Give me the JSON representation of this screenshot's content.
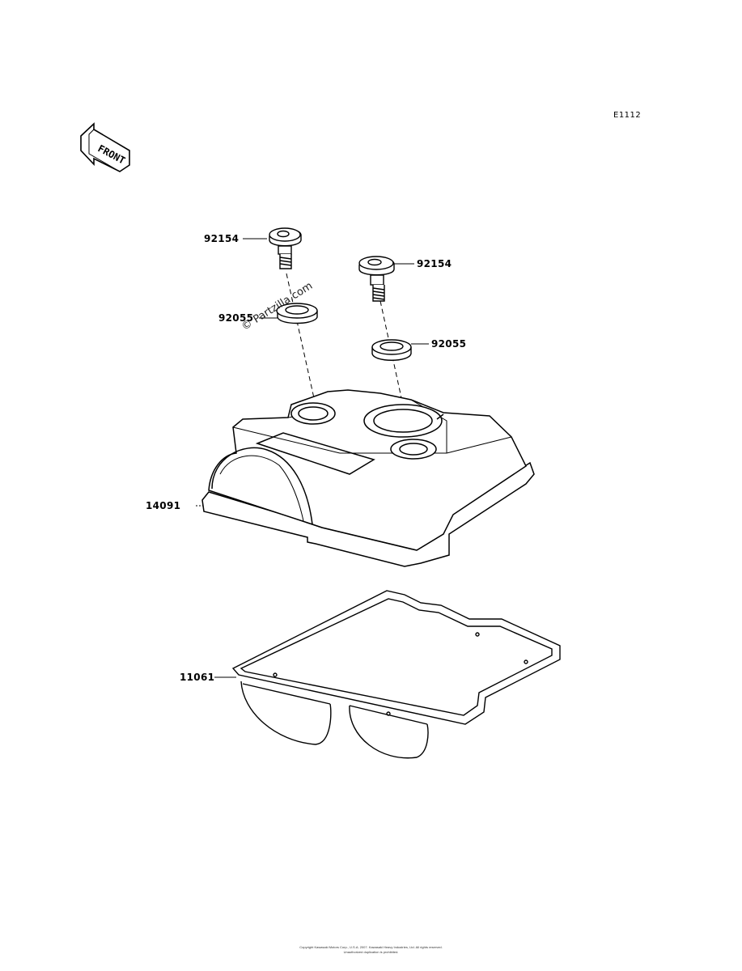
{
  "diagram": {
    "code": "E1112",
    "front_indicator": "FRONT",
    "watermark": "© Partzilla.com",
    "parts": [
      {
        "number": "92154",
        "name": "bolt-left"
      },
      {
        "number": "92154",
        "name": "bolt-right"
      },
      {
        "number": "92055",
        "name": "washer-left"
      },
      {
        "number": "92055",
        "name": "washer-right"
      },
      {
        "number": "14091",
        "name": "cylinder-head-cover"
      },
      {
        "number": "11061",
        "name": "cover-gasket"
      }
    ],
    "copyright_lines": [
      "Copyright Kawasaki Motors Corp., U.S.A. 2007. Kawasaki Heavy Industries, Ltd. All rights reserved.",
      "Unauthorized duplication is prohibited."
    ]
  }
}
